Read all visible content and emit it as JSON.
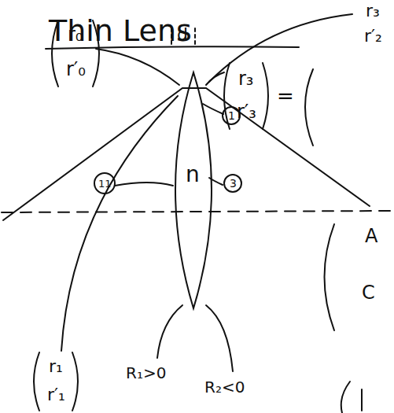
{
  "diagram": {
    "title": "Thin Lens",
    "labels": [
      "d",
      "r₃",
      "r′₂",
      "r₀",
      "r′₀",
      "r₃",
      "r′₃",
      "=",
      "1",
      "n",
      "11",
      "3",
      "A",
      "C",
      "r₁",
      "r′₁",
      "R₁>0",
      "R₂<0"
    ]
  }
}
